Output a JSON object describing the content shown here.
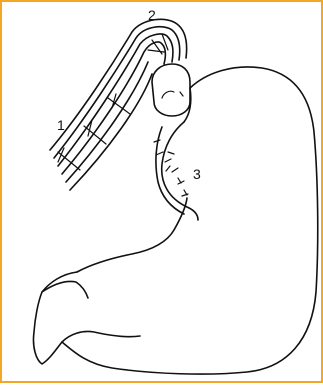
{
  "figure": {
    "labels": {
      "label_1": "1",
      "label_2": "2",
      "label_3": "3"
    },
    "frame_color": "#f5a623"
  }
}
